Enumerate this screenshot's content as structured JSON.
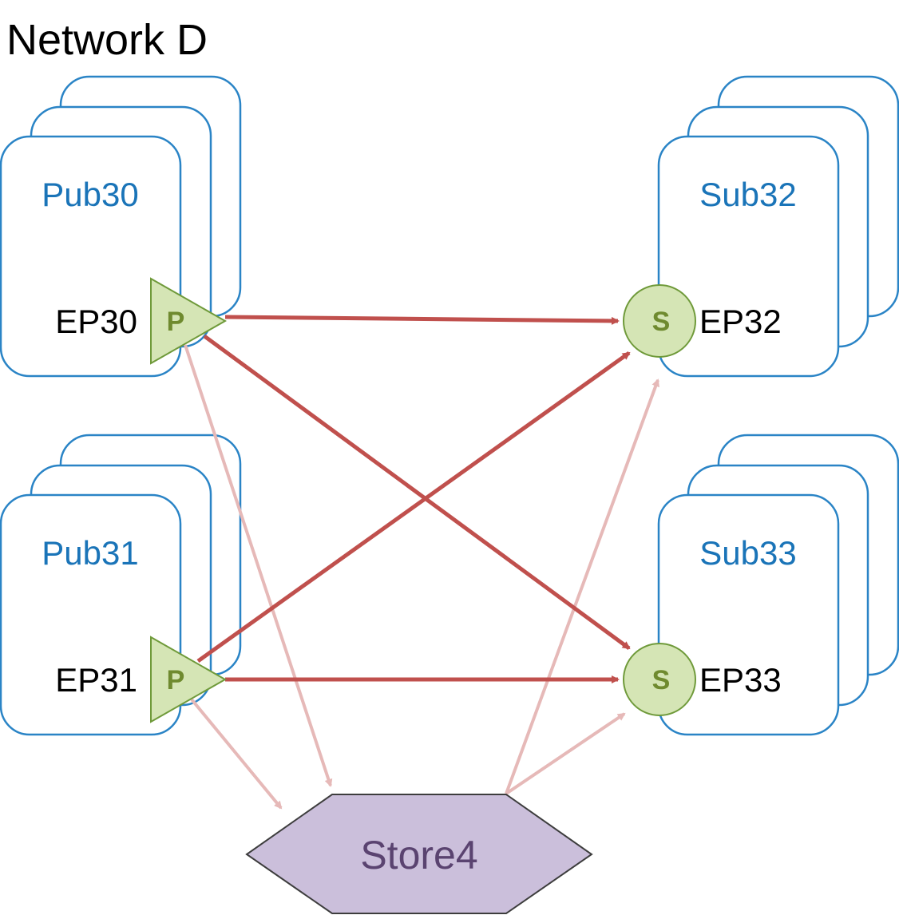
{
  "title": "Network D",
  "publishers": [
    {
      "name": "Pub30",
      "endpoint": "EP30",
      "port": "P"
    },
    {
      "name": "Pub31",
      "endpoint": "EP31",
      "port": "P"
    }
  ],
  "subscribers": [
    {
      "name": "Sub32",
      "endpoint": "EP32",
      "port": "S"
    },
    {
      "name": "Sub33",
      "endpoint": "EP33",
      "port": "S"
    }
  ],
  "store": {
    "name": "Store4"
  },
  "colors": {
    "strong_edge": "#c0504d",
    "light_edge": "#e6b9b8",
    "card_border": "#2a84c6",
    "node_label": "#1a74b8",
    "port_fill": "#d5e5b5",
    "store_fill": "#cbbfdb"
  },
  "edges": [
    {
      "from": "EP30",
      "to": "EP32",
      "style": "strong"
    },
    {
      "from": "EP30",
      "to": "EP33",
      "style": "strong"
    },
    {
      "from": "EP31",
      "to": "EP32",
      "style": "strong"
    },
    {
      "from": "EP31",
      "to": "EP33",
      "style": "strong"
    },
    {
      "from": "EP30",
      "to": "Store4",
      "style": "light"
    },
    {
      "from": "EP31",
      "to": "Store4",
      "style": "light"
    },
    {
      "from": "Store4",
      "to": "EP32",
      "style": "light"
    },
    {
      "from": "Store4",
      "to": "EP33",
      "style": "light"
    }
  ]
}
